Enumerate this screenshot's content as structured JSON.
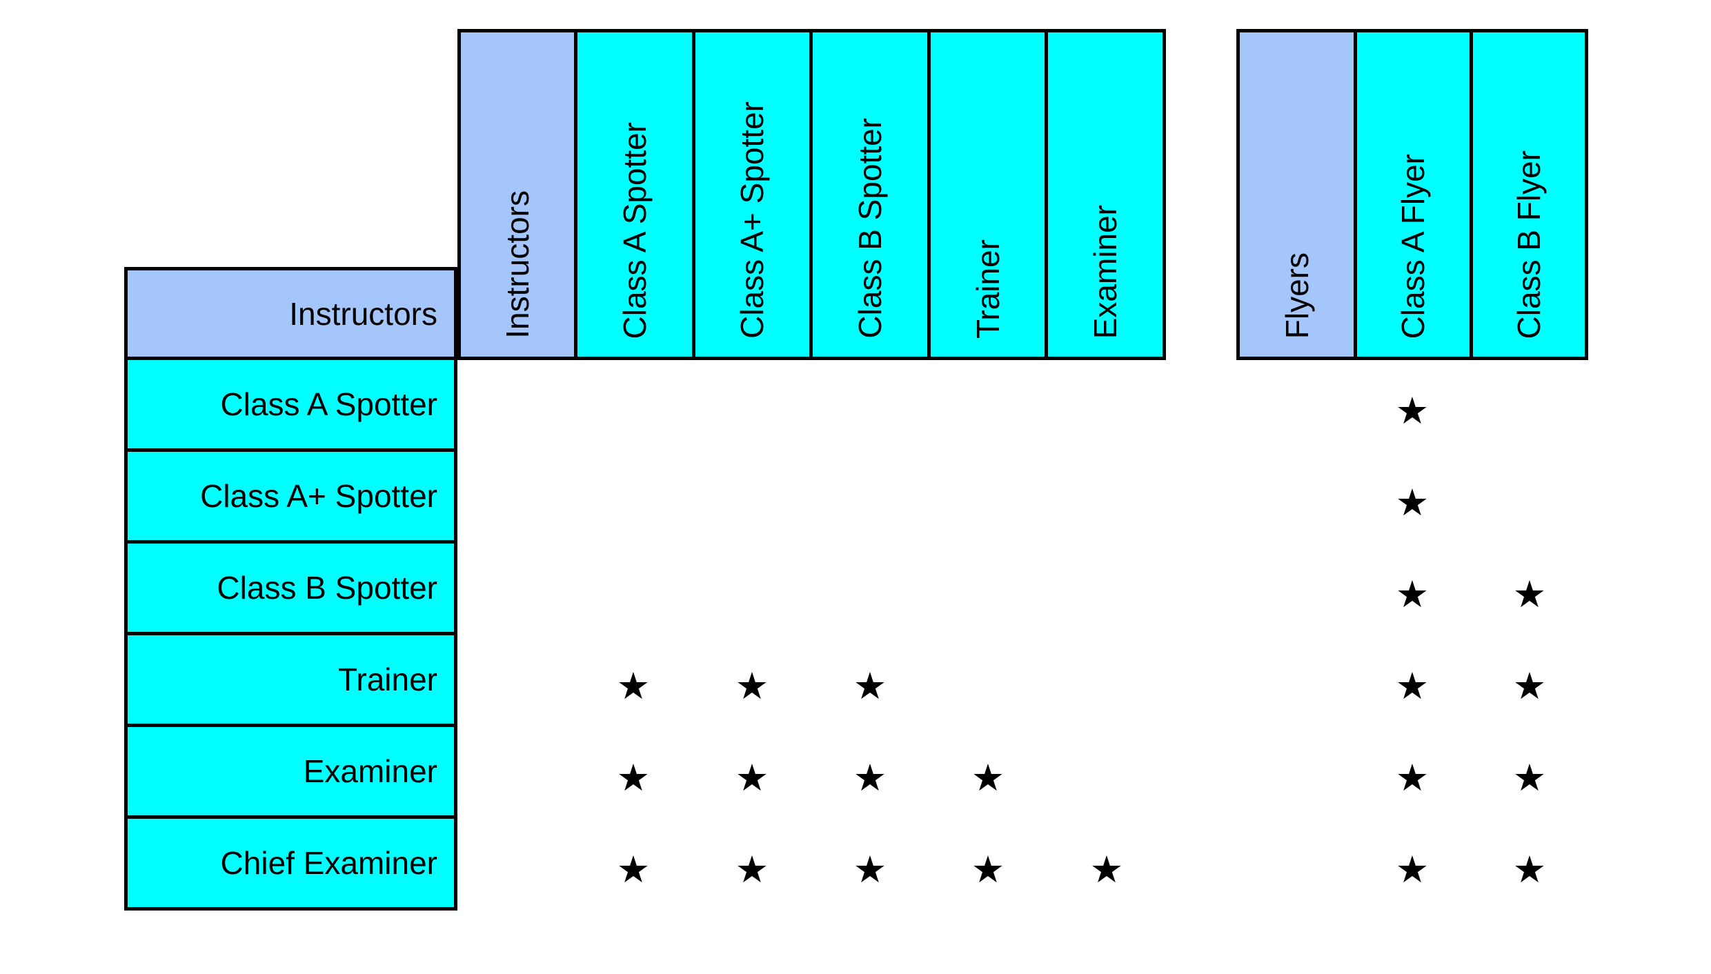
{
  "glyphs": {
    "star": "★"
  },
  "colors": {
    "group_header_fill": "#a5c6fb",
    "cell_fill": "#00ffff",
    "border": "#000000",
    "star": "#000000",
    "text": "#000000",
    "background": "#ffffff"
  },
  "left_table": {
    "header": "Instructors"
  },
  "instructors_header": {
    "corner": "Instructors",
    "columns": [
      "Class A Spotter",
      "Class A+ Spotter",
      "Class B Spotter",
      "Trainer",
      "Examiner"
    ]
  },
  "flyers_header": {
    "corner": "Flyers",
    "columns": [
      "Class A Flyer",
      "Class B Flyer"
    ]
  },
  "matrix": {
    "column_labels": [
      "Class A Spotter",
      "Class A+ Spotter",
      "Class B Spotter",
      "Trainer",
      "Examiner",
      "Class A Flyer",
      "Class B Flyer"
    ],
    "rows": [
      {
        "label": "Class A Spotter",
        "stars": [
          0,
          0,
          0,
          0,
          0,
          1,
          0
        ]
      },
      {
        "label": "Class A+ Spotter",
        "stars": [
          0,
          0,
          0,
          0,
          0,
          1,
          0
        ]
      },
      {
        "label": "Class B Spotter",
        "stars": [
          0,
          0,
          0,
          0,
          0,
          1,
          1
        ]
      },
      {
        "label": "Trainer",
        "stars": [
          1,
          1,
          1,
          0,
          0,
          1,
          1
        ]
      },
      {
        "label": "Examiner",
        "stars": [
          1,
          1,
          1,
          1,
          0,
          1,
          1
        ]
      },
      {
        "label": "Chief Examiner",
        "stars": [
          1,
          1,
          1,
          1,
          1,
          1,
          1
        ]
      }
    ]
  }
}
